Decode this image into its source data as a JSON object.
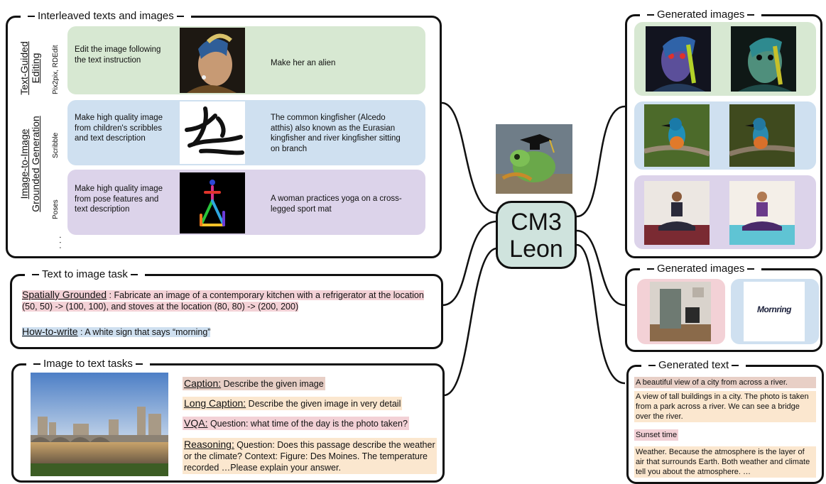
{
  "interleaved": {
    "title": "Interleaved texts and images",
    "cat_editing": [
      "Text-Guided",
      "Editing"
    ],
    "cat_i2i": [
      "Image-to-Image",
      "Grounded Generation"
    ],
    "ellipsis": "· · ·",
    "rows": [
      {
        "sub": "Pix2pix, RDEdit",
        "instruction": "Edit the image following the text instruction",
        "prompt": "Make her an alien",
        "color": "#d7e8d2"
      },
      {
        "sub": "Scribble",
        "instruction": "Make high quality image from children's scribbles and text description",
        "prompt": "The common kingfisher (Alcedo atthis) also known as the Eurasian kingfisher and river kingfisher sitting on branch",
        "color": "#cfe0f0"
      },
      {
        "sub": "Poses",
        "instruction": "Make high quality image from pose features and text description",
        "prompt": "A woman practices yoga on a cross-legged sport mat",
        "color": "#dcd3ea"
      }
    ]
  },
  "t2i": {
    "title": "Text to image task",
    "spatial_label": "Spatially Grounded",
    "spatial_text": " : Fabricate an image of a contemporary kitchen with a refrigerator at the location (50, 50) -> (100, 100), and stoves at the location (80, 80) -> (200, 200)",
    "howto_label": "How-to-write",
    "howto_text": " : A white sign that says “morning”"
  },
  "i2t": {
    "title": "Image to text tasks",
    "items": [
      {
        "label": "Caption:",
        "text": " Describe the given image",
        "color": "#e8cfc6"
      },
      {
        "label": "Long Caption:",
        "text": " Describe the given image in very detail",
        "color": "#fbe7cf"
      },
      {
        "label": "VQA:",
        "text": " Question: what time of the day is the photo taken?",
        "color": "#f3d1d6"
      },
      {
        "label": "Reasoning:",
        "text": " Question: Does this passage describe the weather or the climate? Context: Figure: Des Moines. The temperature recorded …Please explain your answer.",
        "color": "#fbe7cf"
      }
    ]
  },
  "center": {
    "line1": "CM3",
    "line2": "Leon"
  },
  "gen_images_top": {
    "title": "Generated images"
  },
  "gen_images_mid": {
    "title": "Generated images",
    "sign_text": "Mornring"
  },
  "gen_text": {
    "title": "Generated text",
    "items": [
      {
        "text": "A beautiful view of a city from across a river.",
        "color": "#e8cfc6"
      },
      {
        "text": "A view of tall buildings in a city. The photo is taken from a park across a river. We can see a bridge over the river.",
        "color": "#fbe7cf"
      },
      {
        "text": "Sunset time",
        "color": "#f3d1d6"
      },
      {
        "text": "Weather. Because the atmosphere is the layer of air that surrounds Earth. Both weather and climate tell you about the atmosphere. …",
        "color": "#fbe7cf"
      }
    ]
  },
  "colors": {
    "green": "#d7e8d2",
    "blue": "#cfe0f0",
    "purple": "#dcd3ea",
    "pink": "#f3d1d6",
    "peach": "#fbe7cf",
    "teal": "#cfe3dd"
  }
}
